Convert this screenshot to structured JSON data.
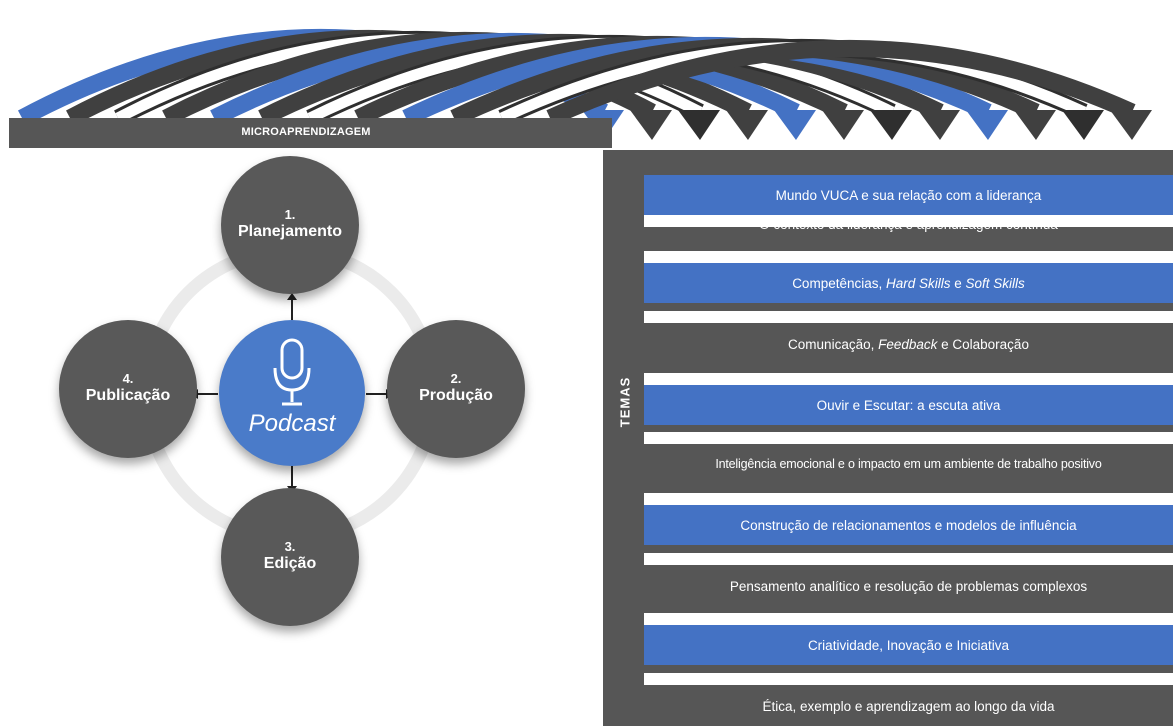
{
  "banner": {
    "label": "MICROAPRENDIZAGEM"
  },
  "side_label": "TEMAS",
  "cycle": {
    "center": {
      "label": "Podcast",
      "icon": "microphone-icon"
    },
    "steps": [
      {
        "number": "1.",
        "name": "Planejamento"
      },
      {
        "number": "2.",
        "name": "Produção"
      },
      {
        "number": "3.",
        "name": "Edição"
      },
      {
        "number": "4.",
        "name": "Publicação"
      }
    ]
  },
  "themes": [
    {
      "text": "Mundo VUCA e sua relação com a liderança",
      "style": "blue"
    },
    {
      "text": "O contexto da liderança e aprendizagem contínua",
      "style": "gray"
    },
    {
      "text": "Competências, Hard Skills e Soft Skills",
      "style": "blue"
    },
    {
      "text": "Comunicação, Feedback e Colaboração",
      "style": "gray"
    },
    {
      "text": "Ouvir e Escutar: a escuta ativa",
      "style": "blue"
    },
    {
      "text": "Inteligência emocional e o impacto em um ambiente de trabalho positivo",
      "style": "gray"
    },
    {
      "text": "Construção de relacionamentos e modelos de influência",
      "style": "blue"
    },
    {
      "text": "Pensamento analítico e resolução de problemas complexos",
      "style": "gray"
    },
    {
      "text": "Criatividade, Inovação e Iniciativa",
      "style": "blue"
    },
    {
      "text": "Ética, exemplo e aprendizagem ao longo da vida",
      "style": "gray"
    }
  ],
  "colors": {
    "blue": "#4472c4",
    "dark_gray": "#565656",
    "node_gray": "#595959"
  }
}
